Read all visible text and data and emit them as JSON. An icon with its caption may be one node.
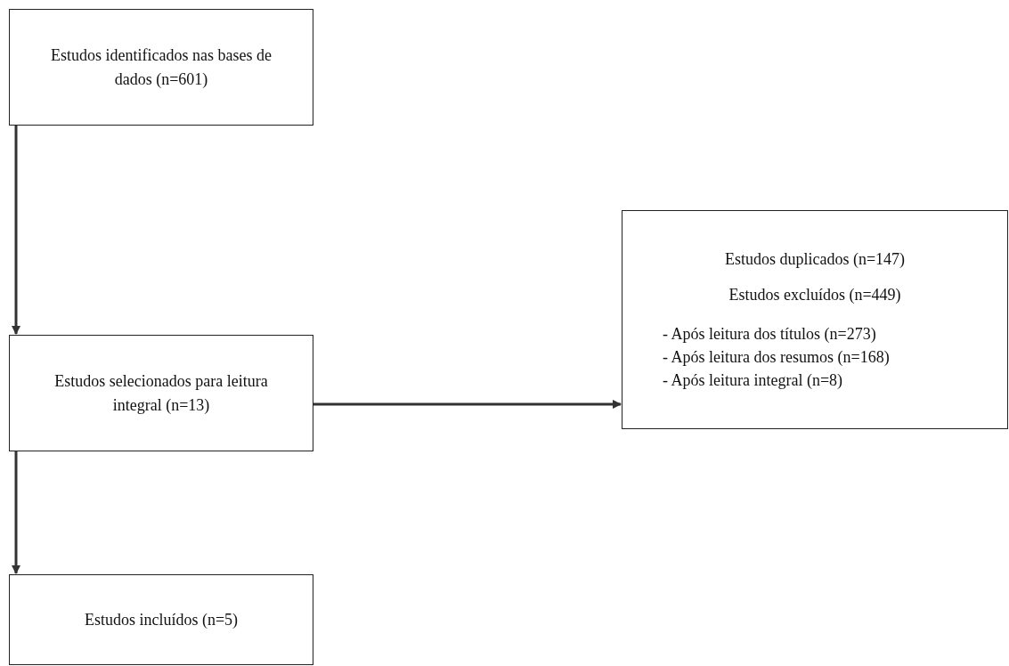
{
  "diagram": {
    "nodes": [
      {
        "text": [
          "Estudos identificados nas bases de dados (n=601)"
        ]
      },
      {
        "text": [
          "Estudos selecionados para leitura integral (n=13)"
        ]
      },
      {
        "text": [
          "Estudos incluídos (n=5)"
        ]
      },
      {
        "text": [
          "Estudos duplicados (n=147)",
          "Estudos excluídos (n=449)",
          "- Após leitura dos títulos (n=273)",
          "- Após leitura dos resumos (n=168)",
          "- Após leitura integral (n=8)"
        ]
      }
    ],
    "edges": [
      {
        "from": 0,
        "to": 1,
        "arrow": "to"
      },
      {
        "from": 1,
        "to": 2,
        "arrow": "to"
      },
      {
        "from": 1,
        "to": 3,
        "arrow": "to"
      }
    ]
  }
}
